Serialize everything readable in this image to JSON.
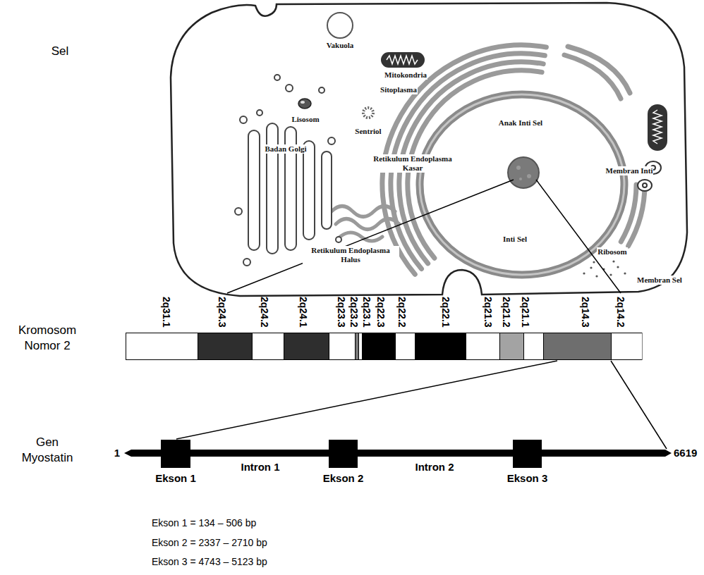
{
  "diagram": {
    "nodes": [
      {
        "text": [
          "2q31.1"
        ]
      },
      {
        "text": [
          "2q24.3"
        ]
      },
      {
        "text": [
          "2q24.2"
        ]
      },
      {
        "text": [
          "2q24.1"
        ]
      },
      {
        "text": [
          "2q23.3"
        ]
      },
      {
        "text": [
          "2q23.2"
        ]
      },
      {
        "text": [
          "2q23.1"
        ]
      },
      {
        "text": [
          "2q22.3"
        ]
      },
      {
        "text": [
          "2q22.2"
        ]
      },
      {
        "text": [
          "2q22.1"
        ]
      },
      {
        "text": [
          "2q21.3"
        ]
      },
      {
        "text": [
          "2q21.2"
        ]
      },
      {
        "text": [
          "2q21.1"
        ]
      },
      {
        "text": [
          "2q14.3"
        ]
      },
      {
        "text": [
          "2q14.2"
        ]
      },
      {
        "text": [
          "Ekson 1"
        ]
      },
      {
        "text": [
          "Ekson 2"
        ]
      },
      {
        "text": [
          "Ekson 3"
        ]
      }
    ],
    "labels": [
      "Sel",
      "Vakuola",
      "Mitokondria",
      "Sitoplasma",
      "Lisosom",
      "Sentriol",
      "Anak Inti Sel",
      "Badan Golgi",
      "Retikulum Endoplasma Kasar",
      "Membran Inti",
      "Inti Sel",
      "Retikulum Endoplasma Halus",
      "Ribosom",
      "Membran Sel",
      "Kromosom Nomor 2",
      "Gen Myostatin",
      "1",
      "6619",
      "Intron 1",
      "Intron 2",
      "Ekson 1 = 134 – 506 bp",
      "Ekson 2 = 2337 – 2710 bp",
      "Ekson 3 = 4743 – 5123 bp"
    ]
  }
}
